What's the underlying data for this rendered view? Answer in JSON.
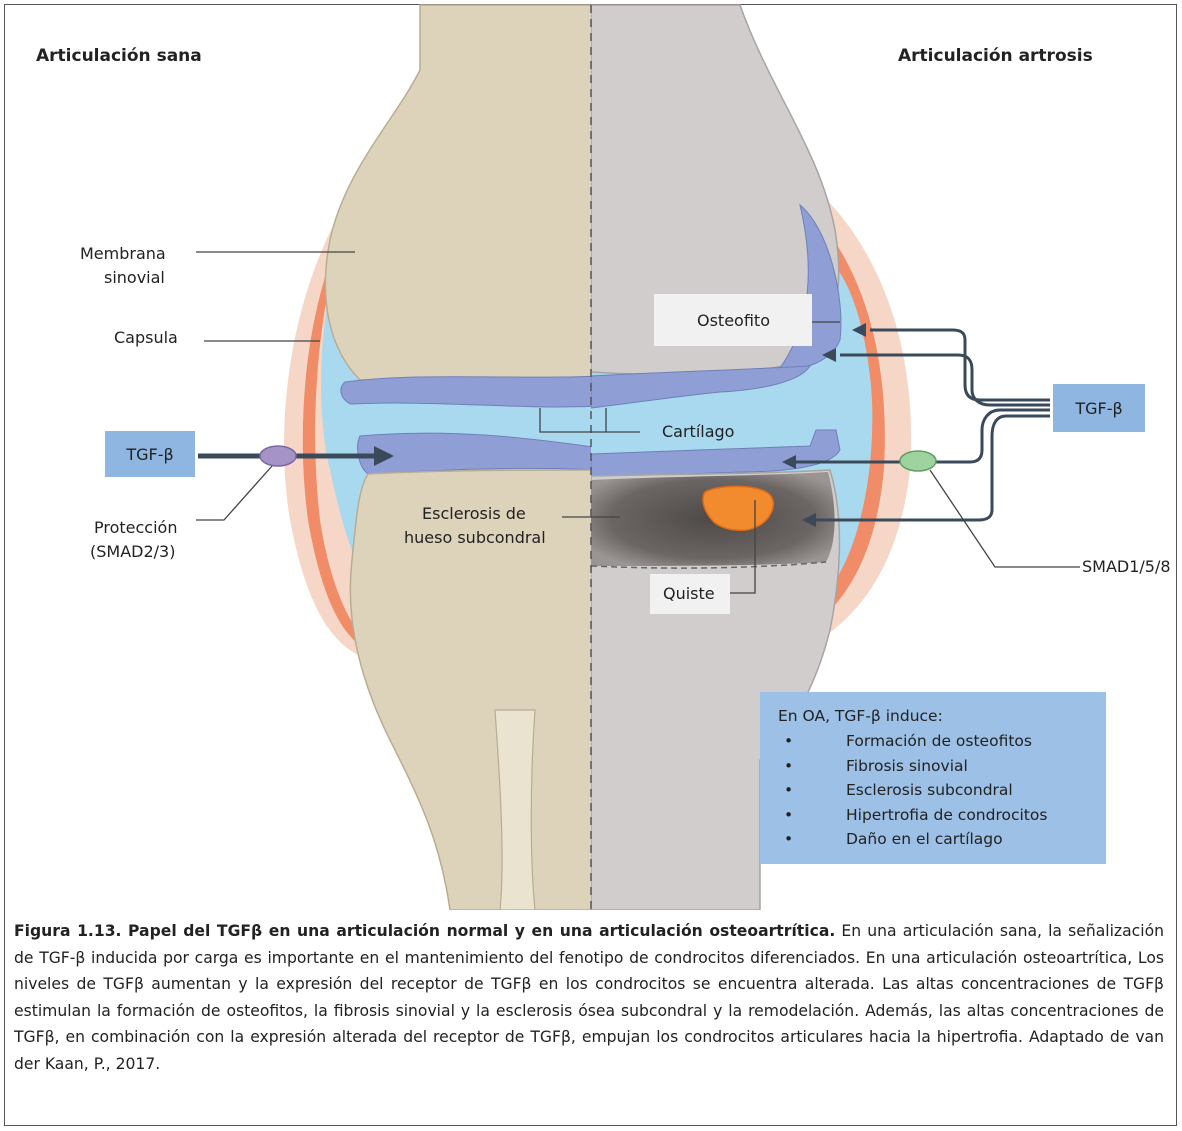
{
  "figure": {
    "left_title": "Articulación sana",
    "right_title": "Articulación artrosis",
    "labels": {
      "membrana_line1": "Membrana",
      "membrana_line2": "sinovial",
      "capsula": "Capsula",
      "osteofito": "Osteofito",
      "cartilago": "Cartílago",
      "esclerosis_line1": "Esclerosis de",
      "esclerosis_line2": "hueso subcondral",
      "quiste": "Quiste",
      "proteccion_line1": "Protección",
      "proteccion_line2": "(SMAD2/3)",
      "smad158": "SMAD1/5/8"
    },
    "tgf_left": "TGF-β",
    "tgf_right": "TGF-β",
    "oa_box": {
      "title": "En OA, TGF-β induce:",
      "bullet": "•",
      "items": [
        "Formación de osteofitos",
        "Fibrosis sinovial",
        "Esclerosis subcondral",
        "Hipertrofia de condrocitos",
        "Daño en el cartílago"
      ]
    },
    "colors": {
      "bone_healthy": "#dcd3ba",
      "bone_oa": "#d0cdcc",
      "cartilage": "#8f9fd6",
      "synovial_fluid": "#a9d9ef",
      "synovium": "#f08c68",
      "capsule": "#f6d7c7",
      "tgf_box": "#8fb6e0",
      "cyst": "#f28a2e"
    }
  },
  "caption": {
    "bold": "Figura 1.13. Papel del TGFβ en una articulación normal y en una articulación osteoartrítica.",
    "text": " En una articulación sana, la señalización de TGF-β inducida por carga es importante en el mantenimiento del fenotipo de condrocitos diferenciados. En una articulación osteoartrítica, Los niveles de TGFβ aumentan y la expresión del receptor de TGFβ en los condrocitos se encuentra alterada. Las altas concentraciones de TGFβ estimulan la formación de osteofitos, la fibrosis sinovial y la esclerosis ósea subcondral y la remodelación. Además, las altas concentraciones de TGFβ, en combinación con la expresión alterada del receptor de TGFβ, empujan los condrocitos articulares hacia la hipertrofia. Adaptado de van der Kaan, P., 2017."
  }
}
